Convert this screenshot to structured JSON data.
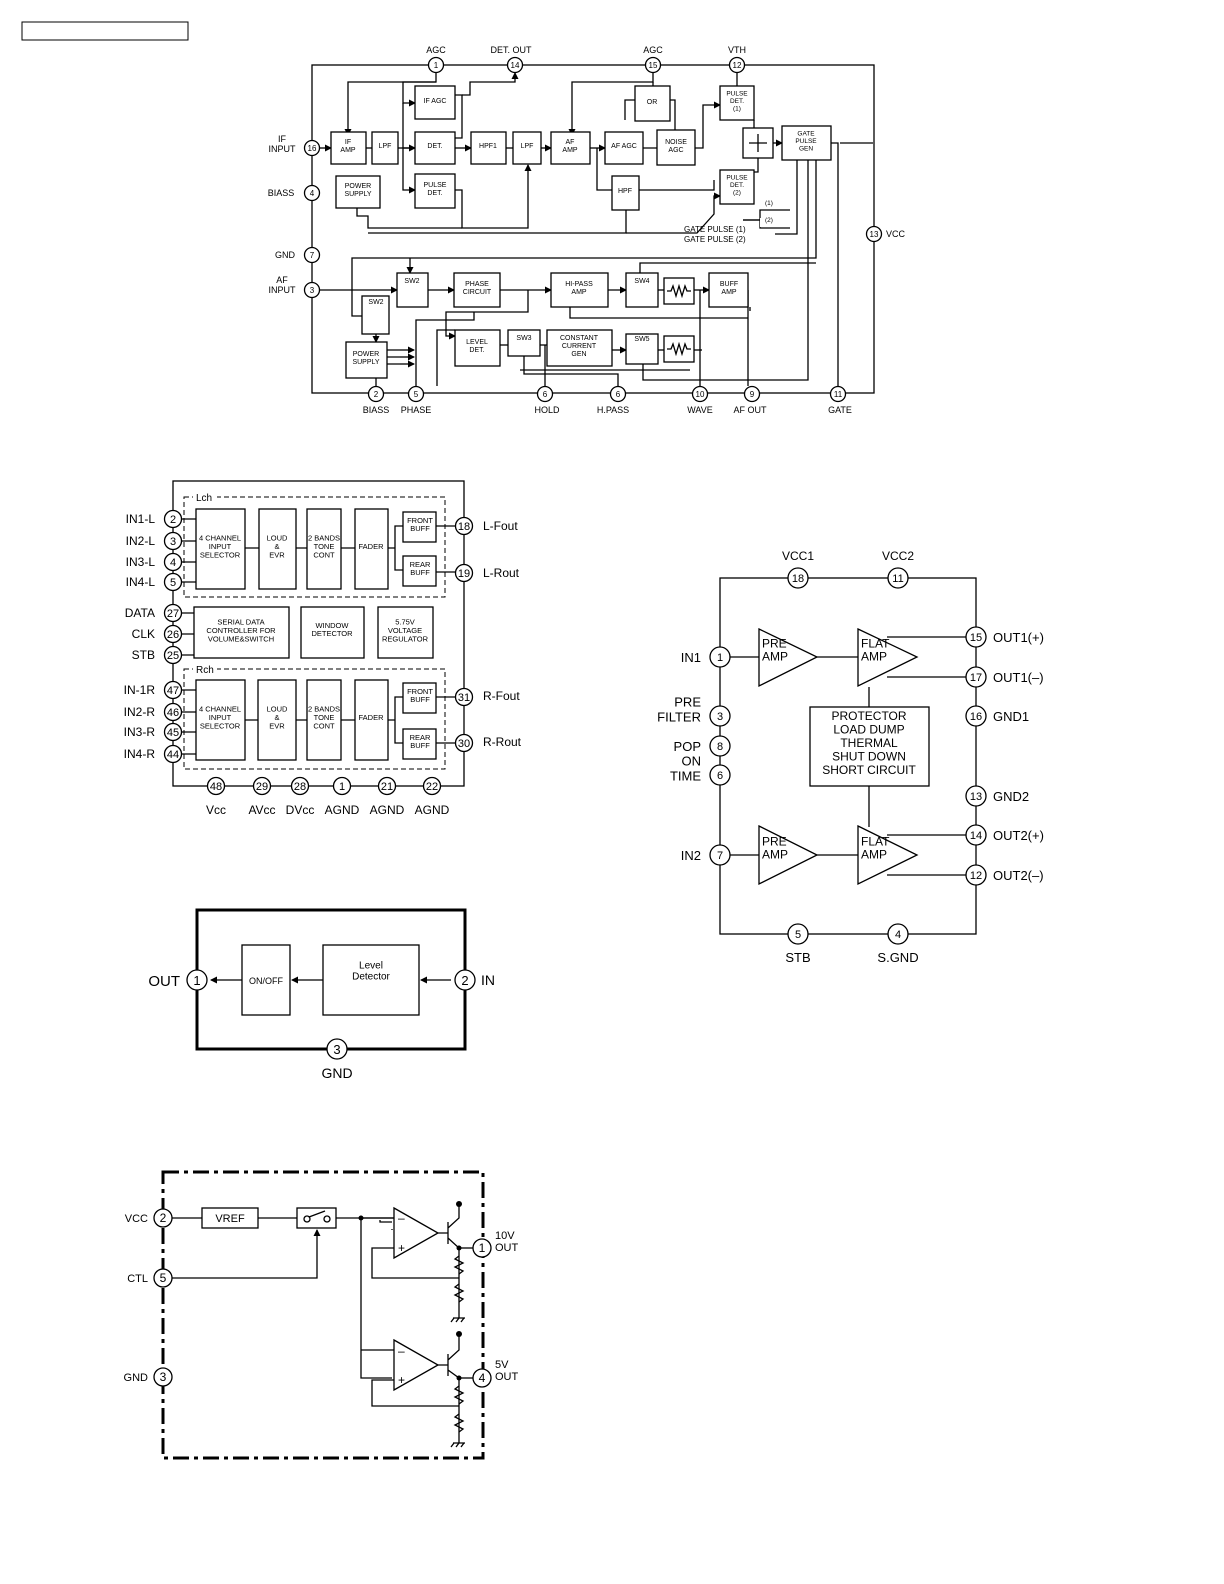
{
  "d1": {
    "blocks": {
      "if_amp": "IF\nAMP",
      "lpf1": "LPF",
      "if_agc": "IF AGC",
      "det": "DET.",
      "pulse_det": "PULSE\nDET.",
      "power_supply": "POWER\nSUPPLY",
      "hpf1": "HPF1",
      "lpf2": "LPF",
      "af_amp": "AF\nAMP",
      "or": "OR",
      "af_agc": "AF AGC",
      "noise_agc": "NOISE\nAGC",
      "hpf": "HPF",
      "pulse_det1": "PULSE\nDET.\n(1)",
      "pulse_det2": "PULSE\nDET.\n(2)",
      "gate_pulse_gen": "GATE\nPULSE\nGEN",
      "sw2a": "SW2",
      "phase_circuit": "PHASE\nCIRCUIT",
      "hi_pass_amp": "HI-PASS\nAMP",
      "sw4": "SW4",
      "buff_amp": "BUFF\nAMP",
      "sw2b": "SW2",
      "power_supply2": "POWER\nSUPPLY",
      "level_det": "LEVEL\nDET.",
      "sw3": "SW3",
      "const_current": "CONSTANT\nCURRENT\nGEN",
      "sw5": "SW5"
    },
    "pins": {
      "p1": "1",
      "p14": "14",
      "p15": "15",
      "p12": "12",
      "p16": "16",
      "p4": "4",
      "p7": "7",
      "p3": "3",
      "p13": "13",
      "p2": "2",
      "p5": "5",
      "p6a": "6",
      "p6b": "6",
      "p10": "10",
      "p9": "9",
      "p11": "11"
    },
    "labels": {
      "agc1": "AGC",
      "det_out": "DET. OUT",
      "agc2": "AGC",
      "vth": "VTH",
      "if_input": "IF\nINPUT",
      "biass": "BIASS",
      "gnd": "GND",
      "af_input": "AF\nINPUT",
      "vcc": "VCC",
      "biass2": "BIASS",
      "phase": "PHASE",
      "hold": "HOLD",
      "hpass": "H.PASS",
      "wave": "WAVE",
      "af_out": "AF OUT",
      "gate": "GATE",
      "gp1": "(1)",
      "gp2": "(2)",
      "gate_pulse1": "GATE PULSE (1)",
      "gate_pulse2": "GATE PULSE (2)"
    }
  },
  "d2": {
    "lch": "Lch",
    "rch": "Rch",
    "blocks": {
      "sel_l": "4 CHANNEL\nINPUT\nSELECTOR",
      "loud_l": "LOUD\n&\nEVR",
      "tone_l": "2 BANDS\nTONE\nCONT",
      "fader_l": "FADER",
      "front_l": "FRONT\nBUFF",
      "rear_l": "REAR\nBUFF",
      "serial": "SERIAL DATA\nCONTROLLER FOR\nVOLUME&SWITCH",
      "window": "WINDOW\nDETECTOR",
      "reg": "5.75V\nVOLTAGE\nREGULATOR",
      "sel_r": "4 CHANNEL\nINPUT\nSELECTOR",
      "loud_r": "LOUD\n&\nEVR",
      "tone_r": "2 BANDS\nTONE\nCONT",
      "fader_r": "FADER",
      "front_r": "FRONT\nBUFF",
      "rear_r": "REAR\nBUFF"
    },
    "left_pins": [
      {
        "num": "2",
        "label": "IN1-L"
      },
      {
        "num": "3",
        "label": "IN2-L"
      },
      {
        "num": "4",
        "label": "IN3-L"
      },
      {
        "num": "5",
        "label": "IN4-L"
      },
      {
        "num": "27",
        "label": "DATA"
      },
      {
        "num": "26",
        "label": "CLK"
      },
      {
        "num": "25",
        "label": "STB"
      },
      {
        "num": "47",
        "label": "IN-1R"
      },
      {
        "num": "46",
        "label": "IN2-R"
      },
      {
        "num": "45",
        "label": "IN3-R"
      },
      {
        "num": "44",
        "label": "IN4-R"
      }
    ],
    "right_pins": [
      {
        "num": "18",
        "label": "L-Fout"
      },
      {
        "num": "19",
        "label": "L-Rout"
      },
      {
        "num": "31",
        "label": "R-Fout"
      },
      {
        "num": "30",
        "label": "R-Rout"
      }
    ],
    "bottom_pins": [
      {
        "num": "48",
        "label": "Vcc"
      },
      {
        "num": "29",
        "label": "AVcc"
      },
      {
        "num": "28",
        "label": "DVcc"
      },
      {
        "num": "1",
        "label": "AGND"
      },
      {
        "num": "21",
        "label": "AGND"
      },
      {
        "num": "22",
        "label": "AGND"
      }
    ]
  },
  "d3": {
    "top_pins": [
      {
        "num": "18",
        "label": "VCC1"
      },
      {
        "num": "11",
        "label": "VCC2"
      }
    ],
    "left_pins": [
      {
        "num": "1",
        "label": "IN1"
      },
      {
        "num": "3",
        "label": "PRE\nFILTER"
      },
      {
        "num": "8",
        "label": "POP"
      },
      {
        "num": "6",
        "label": "ON\nTIME"
      },
      {
        "num": "7",
        "label": "IN2"
      }
    ],
    "right_pins": [
      {
        "num": "15",
        "label": "OUT1(+)"
      },
      {
        "num": "17",
        "label": "OUT1(–)"
      },
      {
        "num": "16",
        "label": "GND1"
      },
      {
        "num": "13",
        "label": "GND2"
      },
      {
        "num": "14",
        "label": "OUT2(+)"
      },
      {
        "num": "12",
        "label": "OUT2(–)"
      }
    ],
    "bottom_pins": [
      {
        "num": "5",
        "label": "STB"
      },
      {
        "num": "4",
        "label": "S.GND"
      }
    ],
    "pre_amp": "PRE\nAMP",
    "flat_amp": "FLAT\nAMP",
    "protector": "PROTECTOR\nLOAD DUMP\nTHERMAL\nSHUT DOWN\nSHORT CIRCUIT"
  },
  "d4": {
    "out_label": "OUT",
    "out_num": "1",
    "in_label": "IN",
    "in_num": "2",
    "gnd_label": "GND",
    "gnd_num": "3",
    "onoff": "ON/OFF",
    "level_detector": "Level\nDetector"
  },
  "d5": {
    "vcc_label": "VCC",
    "vcc_num": "2",
    "ctl_label": "CTL",
    "ctl_num": "5",
    "gnd_label": "GND",
    "gnd_num": "3",
    "out10_num": "1",
    "out10_label": "10V\nOUT",
    "out5_num": "4",
    "out5_label": "5V\nOUT",
    "vref": "VREF",
    "minus": "–",
    "plus": "+"
  }
}
